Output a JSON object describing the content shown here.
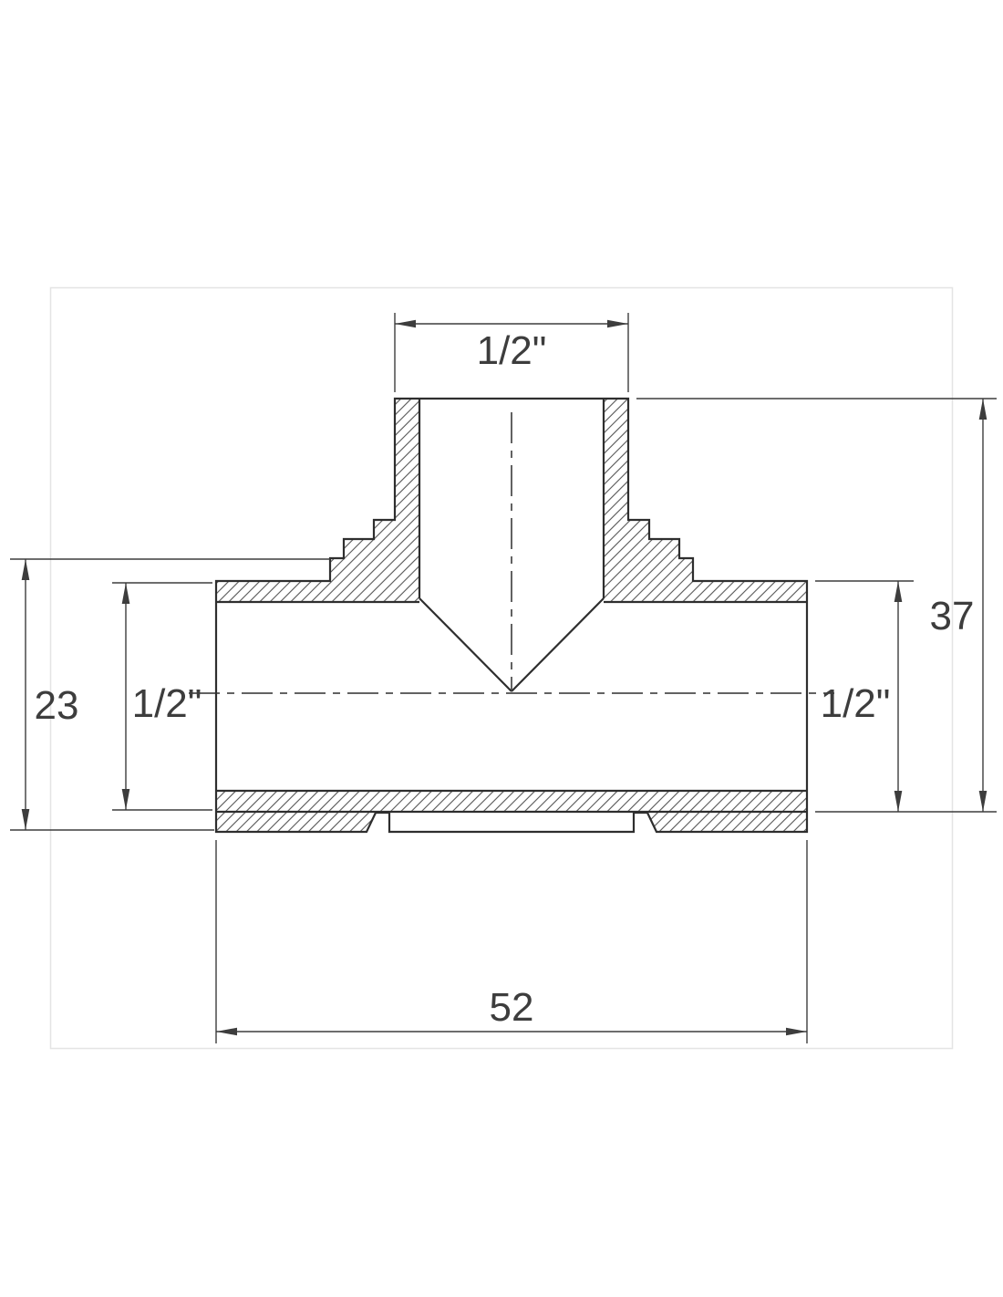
{
  "dimensions": {
    "branch_width": {
      "label": "1/2\""
    },
    "overall_height": {
      "label": "37"
    },
    "left_height": {
      "label": "23"
    },
    "left_port": {
      "label": "1/2\""
    },
    "right_port": {
      "label": "1/2\""
    },
    "overall_width": {
      "label": "52"
    }
  },
  "colors": {
    "background": "#ffffff",
    "part_outline": "#2e2e2e",
    "dimension_lines": "#3d3d3d",
    "hatch": "#555555",
    "frame_border": "#e4e4e4"
  }
}
